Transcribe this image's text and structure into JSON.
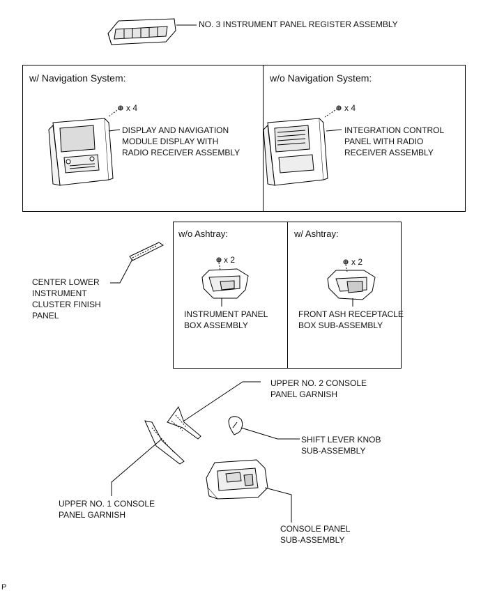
{
  "top_part": {
    "label": "NO. 3 INSTRUMENT PANEL REGISTER ASSEMBLY"
  },
  "nav_box": {
    "left": {
      "header": "w/ Navigation System:",
      "qty": "x 4",
      "label_lines": [
        "DISPLAY AND NAVIGATION",
        "MODULE DISPLAY WITH",
        "RADIO RECEIVER ASSEMBLY"
      ]
    },
    "right": {
      "header": "w/o Navigation System:",
      "qty": "x 4",
      "label_lines": [
        "INTEGRATION CONTROL",
        "PANEL WITH RADIO",
        "RECEIVER ASSEMBLY"
      ]
    }
  },
  "finish_panel": {
    "label_lines": [
      "CENTER LOWER",
      "INSTRUMENT",
      "CLUSTER FINISH",
      "PANEL"
    ]
  },
  "ashtray_box": {
    "left": {
      "header": "w/o Ashtray:",
      "qty": "x 2",
      "label_lines": [
        "INSTRUMENT PANEL",
        "BOX ASSEMBLY"
      ]
    },
    "right": {
      "header": "w/ Ashtray:",
      "qty": "x 2",
      "label_lines": [
        "FRONT ASH RECEPTACLE",
        "BOX SUB-ASSEMBLY"
      ]
    }
  },
  "console": {
    "upper2": {
      "label_lines": [
        "UPPER NO. 2 CONSOLE",
        "PANEL GARNISH"
      ]
    },
    "knob": {
      "label_lines": [
        "SHIFT LEVER KNOB",
        "SUB-ASSEMBLY"
      ]
    },
    "upper1": {
      "label_lines": [
        "UPPER NO. 1 CONSOLE",
        "PANEL GARNISH"
      ]
    },
    "panel": {
      "label_lines": [
        "CONSOLE PANEL",
        "SUB-ASSEMBLY"
      ]
    }
  },
  "corner_mark": "P",
  "icons": [
    "screw-icon",
    "register-icon",
    "radio-unit-icon",
    "finish-panel-icon",
    "box-icon",
    "garnish-icon",
    "shift-knob-icon",
    "console-panel-icon"
  ]
}
